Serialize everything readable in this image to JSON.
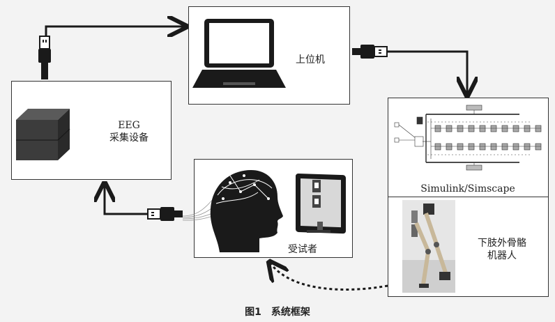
{
  "nodes": {
    "eeg": {
      "line1": "EEG",
      "line2": "采集设备"
    },
    "pc": {
      "label": "上位机"
    },
    "subject": {
      "label": "受试者"
    },
    "sim": {
      "label": "Simulink/Simscape"
    },
    "robot": {
      "line1": "下肢外骨骼",
      "line2": "机器人"
    }
  },
  "caption": "图1　系统框架",
  "colors": {
    "line": "#1a1a1a",
    "device": "#3a3a3a",
    "border": "#333333"
  }
}
